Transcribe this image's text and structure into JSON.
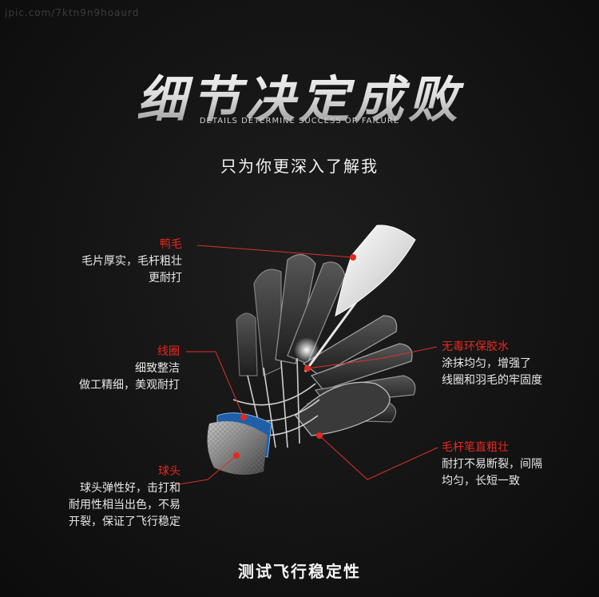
{
  "watermark": "jpic.com/7ktn9n9hoaurd",
  "headline": "细节决定成败",
  "subheadline": "DETAILS DETERMINE SUCCESS OR FAILURE",
  "tagline": "只为你更深入了解我",
  "annotations": {
    "feather": {
      "title": "鸭毛",
      "lines": [
        "毛片厚实，毛杆粗壮",
        "更耐打"
      ]
    },
    "thread": {
      "title": "线圈",
      "lines": [
        "细致整洁",
        "做工精细，美观耐打"
      ]
    },
    "glue": {
      "title": "无毒环保胶水",
      "lines": [
        "涂抹均匀，增强了",
        "线圈和羽毛的牢固度"
      ]
    },
    "shaft": {
      "title": "毛杆笔直粗壮",
      "lines": [
        "耐打不易断裂，间隔",
        "均匀，长短一致"
      ]
    },
    "cork": {
      "title": "球头",
      "lines": [
        "球头弹性好，击打和",
        "耐用性相当出色，不易",
        "开裂，保证了飞行稳定"
      ]
    }
  },
  "footer": "测试飞行稳定性",
  "colors": {
    "accent": "#e6281e",
    "background": "#141414",
    "band": "#1f5fa8"
  }
}
